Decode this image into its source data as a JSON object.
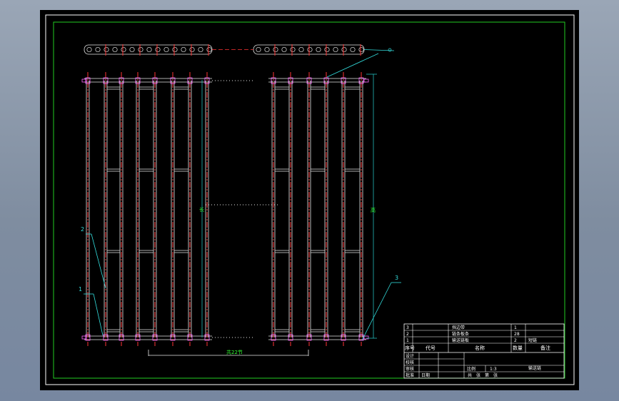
{
  "colors": {
    "background": "#000000",
    "frame": "#ffffff",
    "inner_frame": "#22cc22",
    "frame_members": "#e6e6e6",
    "chain_red": "#ff3333",
    "pin_magenta": "#ff66ff",
    "leader_cyan": "#33dddd",
    "dimension_green": "#33ff33",
    "dimension_teal": "#22bbbb",
    "table_text": "#ffffff"
  },
  "callouts": {
    "c1": "1",
    "c2": "2",
    "c3": "3"
  },
  "dimensions": {
    "width_label": "共22节",
    "height_left": "长",
    "height_right": "高"
  },
  "title_block": {
    "parts": [
      {
        "no": "3",
        "name": "挡边带",
        "qty": "1"
      },
      {
        "no": "2",
        "name": "链条板条",
        "qty": "28"
      },
      {
        "no": "1",
        "name": "输送链板",
        "qty": "2",
        "remark": "短链"
      }
    ],
    "header": {
      "seq": "序号",
      "code": "代号",
      "name": "名称",
      "qty": "数量",
      "remark": "备注"
    },
    "roles": {
      "design": "设计",
      "check": "校核",
      "review": "审核",
      "approve": "批准",
      "date": "日期"
    },
    "scale_label": "比例",
    "scale_value": "1:3",
    "drawing_title": "输送链",
    "sheet_info": "共　张　第　张"
  }
}
